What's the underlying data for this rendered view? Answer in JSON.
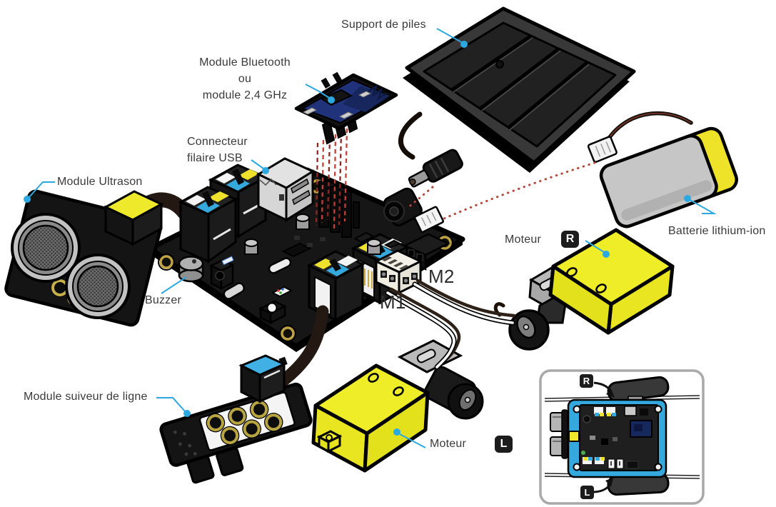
{
  "figure": {
    "kind": "exploded-hardware-diagram",
    "labels": {
      "battery_holder": "Support de piles",
      "bluetooth_line1": "Module Bluetooth",
      "bluetooth_line2": "ou",
      "bluetooth_line3": "module 2,4 GHz",
      "usb_line1": "Connecteur",
      "usb_line2": "filaire USB",
      "ultrasonic": "Module Ultrason",
      "buzzer": "Buzzer",
      "line_follower": "Module suiveur de ligne",
      "motor_right": "Moteur",
      "motor_right_badge": "R",
      "motor_left": "Moteur",
      "motor_left_badge": "L",
      "battery": "Batterie lithium-ion",
      "port_m1": "M1",
      "port_m2": "M2",
      "inset_right_badge": "R",
      "inset_left_badge": "L"
    },
    "colors": {
      "callout": "#2ba9e0",
      "label_text": "#3a3a3a",
      "pcb_black": "#161616",
      "part_yellow": "#efec28",
      "chassis_blue": "#35a8dd",
      "battery_gray": "#c6c6c6",
      "dashed_red": "#a63a30",
      "gold": "#bfa243"
    }
  }
}
